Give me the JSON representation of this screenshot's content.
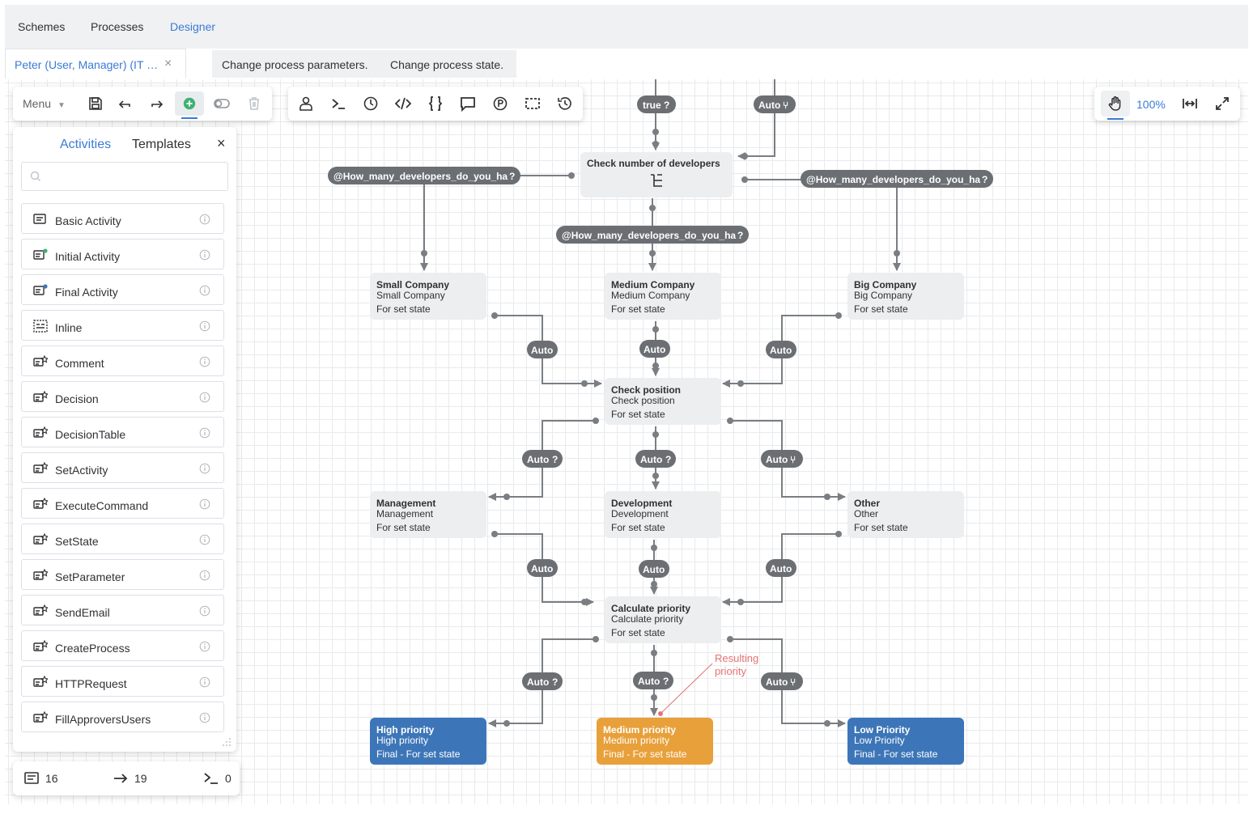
{
  "nav": {
    "schemes": "Schemes",
    "processes": "Processes",
    "designer": "Designer"
  },
  "tab": {
    "label": "Peter (User, Manager) (IT …",
    "close": "×"
  },
  "info_bar": {
    "change_params": "Change process parameters.",
    "change_state": "Change process state."
  },
  "toolbar": {
    "menu": "Menu",
    "zoom": "100%"
  },
  "activities": {
    "tab_activities": "Activities",
    "tab_templates": "Templates",
    "close": "×",
    "search_placeholder": "",
    "items": [
      {
        "label": "Basic Activity",
        "icon": "basic-activity-icon"
      },
      {
        "label": "Initial Activity",
        "icon": "initial-activity-icon"
      },
      {
        "label": "Final Activity",
        "icon": "final-activity-icon"
      },
      {
        "label": "Inline",
        "icon": "inline-icon"
      },
      {
        "label": "Comment",
        "icon": "comment-activity-icon"
      },
      {
        "label": "Decision",
        "icon": "decision-activity-icon"
      },
      {
        "label": "DecisionTable",
        "icon": "decision-table-icon"
      },
      {
        "label": "SetActivity",
        "icon": "set-activity-icon"
      },
      {
        "label": "ExecuteCommand",
        "icon": "execute-command-icon"
      },
      {
        "label": "SetState",
        "icon": "set-state-icon"
      },
      {
        "label": "SetParameter",
        "icon": "set-parameter-icon"
      },
      {
        "label": "SendEmail",
        "icon": "send-email-icon"
      },
      {
        "label": "CreateProcess",
        "icon": "create-process-icon"
      },
      {
        "label": "HTTPRequest",
        "icon": "http-request-icon"
      },
      {
        "label": "FillApproversUsers",
        "icon": "fill-approvers-icon"
      }
    ]
  },
  "stats": {
    "activities": "16",
    "transitions": "19",
    "commands": "0"
  },
  "diagram": {
    "check_devs": "Check number of developers",
    "cond_label": "@How_many_developers_do_you_ha",
    "q": "?",
    "true_label": "true",
    "auto": "Auto",
    "small": {
      "title": "Small Company",
      "line1": "Small Company",
      "line2": "For set state"
    },
    "medium": {
      "title": "Medium Company",
      "line1": "Medium Company",
      "line2": "For set state"
    },
    "big": {
      "title": "Big Company",
      "line1": "Big Company",
      "line2": "For set state"
    },
    "check_pos": {
      "title": "Check position",
      "line1": "Check position",
      "line2": "For set state"
    },
    "management": {
      "title": "Management",
      "line1": "Management",
      "line2": "For set state"
    },
    "development": {
      "title": "Development",
      "line1": "Development",
      "line2": "For set state"
    },
    "other": {
      "title": "Other",
      "line1": "Other",
      "line2": "For set state"
    },
    "calc_priority": {
      "title": "Calculate priority",
      "line1": "Calculate priority",
      "line2": "For set state"
    },
    "high": {
      "title": "High priority",
      "line1": "High priority",
      "line2": "Final - For set state"
    },
    "medium_p": {
      "title": "Medium priority",
      "line1": "Medium priority",
      "line2": "Final - For set state"
    },
    "low": {
      "title": "Low Priority",
      "line1": "Low Priority",
      "line2": "Final - For set state"
    },
    "annotation1": "Resulting",
    "annotation2": "priority",
    "colors": {
      "high": "#3d76b8",
      "medium": "#e8a03a",
      "low": "#3d76b8",
      "node": "#eceef0",
      "pill": "#6b6f73",
      "line": "#7a7e82"
    }
  }
}
